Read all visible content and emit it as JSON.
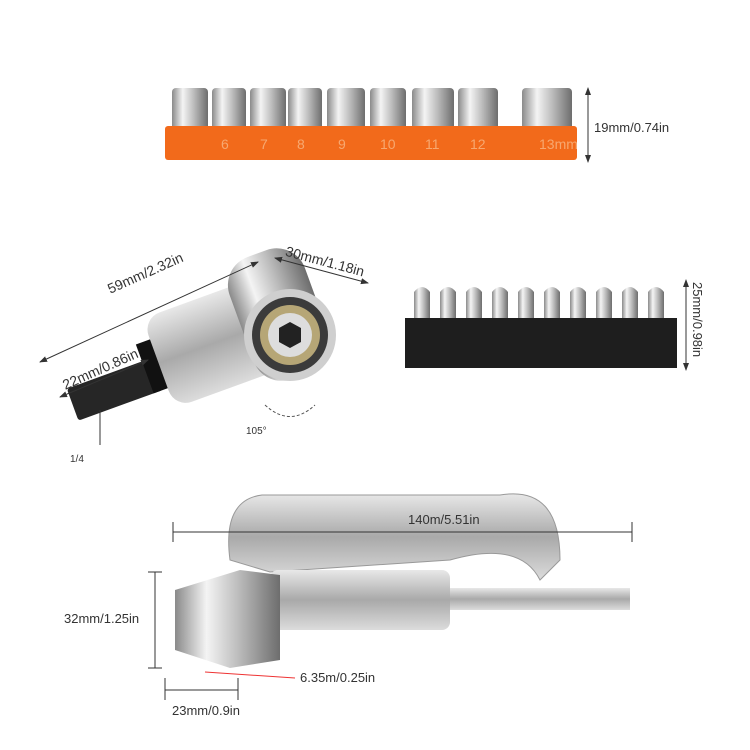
{
  "sockets": {
    "sizes": [
      "",
      "6",
      "7",
      "8",
      "9",
      "10",
      "11",
      "12",
      "13mm"
    ],
    "height_label": "19mm/0.74in",
    "rail_color": "#f26a1b"
  },
  "angle_adapter": {
    "length_label": "59mm/2.32in",
    "head_label": "30mm/1.18in",
    "shank_label": "22mm/0.86in",
    "angle_label": "105°",
    "shank_size_label": "1/4"
  },
  "bits": {
    "height_label": "25mm/0.98in",
    "count": 10,
    "holder_color": "#1e1e1e"
  },
  "extension": {
    "length_label": "140m/5.51in",
    "height_label": "32mm/1.25in",
    "width_label": "23mm/0.9in",
    "hex_label": "6.35m/0.25in"
  }
}
